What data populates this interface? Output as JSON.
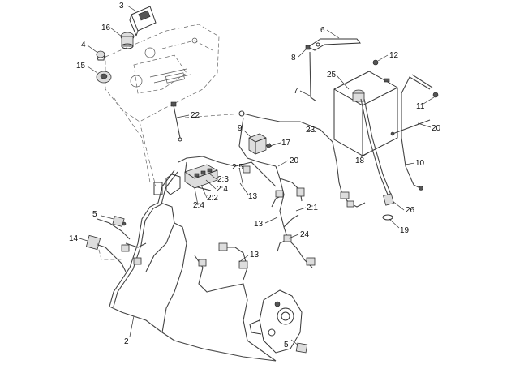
{
  "callouts": [
    {
      "id": "c3",
      "text": "3"
    },
    {
      "id": "c16",
      "text": "16"
    },
    {
      "id": "c4",
      "text": "4"
    },
    {
      "id": "c15",
      "text": "15"
    },
    {
      "id": "c22",
      "text": "22"
    },
    {
      "id": "c6",
      "text": "6"
    },
    {
      "id": "c8",
      "text": "8"
    },
    {
      "id": "c12",
      "text": "12"
    },
    {
      "id": "c25",
      "text": "25"
    },
    {
      "id": "c7",
      "text": "7"
    },
    {
      "id": "c11",
      "text": "11"
    },
    {
      "id": "c20a",
      "text": "20"
    },
    {
      "id": "c9",
      "text": "9"
    },
    {
      "id": "c17",
      "text": "17"
    },
    {
      "id": "c23",
      "text": "23"
    },
    {
      "id": "c20b",
      "text": "20"
    },
    {
      "id": "c18",
      "text": "18"
    },
    {
      "id": "c10",
      "text": "10"
    },
    {
      "id": "c25b",
      "text": "2:5"
    },
    {
      "id": "c23b",
      "text": "2:3"
    },
    {
      "id": "c24b",
      "text": "2:4"
    },
    {
      "id": "c22b",
      "text": "2:2"
    },
    {
      "id": "c24c",
      "text": "2:4"
    },
    {
      "id": "c13a",
      "text": "13"
    },
    {
      "id": "c21",
      "text": "2:1"
    },
    {
      "id": "c26",
      "text": "26"
    },
    {
      "id": "c13b",
      "text": "13"
    },
    {
      "id": "c19",
      "text": "19"
    },
    {
      "id": "c5a",
      "text": "5"
    },
    {
      "id": "c24",
      "text": "24"
    },
    {
      "id": "c14",
      "text": "14"
    },
    {
      "id": "c13c",
      "text": "13"
    },
    {
      "id": "c2",
      "text": "2"
    },
    {
      "id": "c5b",
      "text": "5"
    }
  ]
}
